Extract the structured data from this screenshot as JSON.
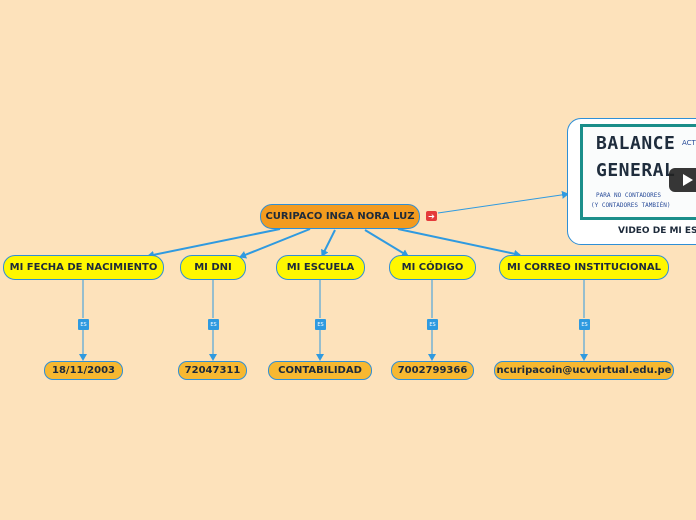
{
  "central": {
    "label": "CURIPACO INGA NORA LUZ"
  },
  "branches": [
    {
      "category": "MI FECHA DE NACIMIENTO",
      "link": "ES",
      "value": "18/11/2003"
    },
    {
      "category": "MI DNI",
      "link": "ES",
      "value": "72047311"
    },
    {
      "category": "MI ESCUELA",
      "link": "ES",
      "value": "CONTABILIDAD"
    },
    {
      "category": "MI CÓDIGO",
      "link": "ES",
      "value": "7002799366"
    },
    {
      "category": "MI CORREO INSTITUCIONAL",
      "link": "ES",
      "value": "ncuripacoin@ucvvirtual.edu.pe"
    }
  ],
  "video": {
    "thumb_title_line1": "BALANCE",
    "thumb_title_line2": "GENERAL",
    "thumb_subtitle_line1": "PARA NO CONTADORES",
    "thumb_subtitle_line2": "(Y CONTADORES TAMBIÉN)",
    "thumb_side_text": "ACTI",
    "caption": "VIDEO DE MI ESCUELA"
  },
  "colors": {
    "background": "#fde2bb",
    "central_fill": "#f39b1f",
    "category_fill": "#fff700",
    "value_fill": "#f7b830",
    "connector": "#2f9ae0"
  },
  "icons": {
    "attachment": "attachment-icon",
    "play": "play-icon"
  }
}
